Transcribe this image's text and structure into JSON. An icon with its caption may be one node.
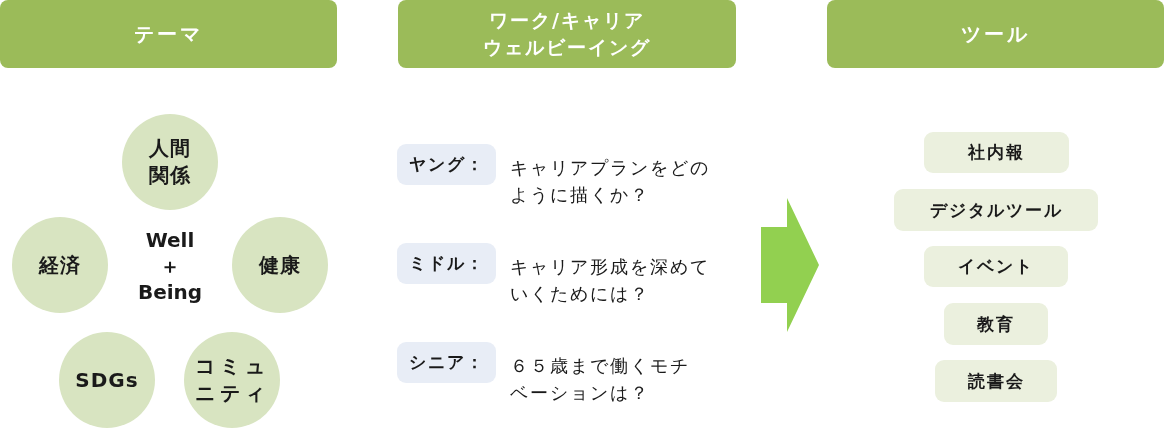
{
  "diagram": {
    "nodes": [
      {
        "text": [
          "テーマ"
        ]
      },
      {
        "text": [
          "ワーク/キャリアウェルビーイング"
        ]
      },
      {
        "text": [
          "ツール"
        ]
      },
      {
        "text": [
          "人間関係"
        ]
      },
      {
        "text": [
          "経済"
        ]
      },
      {
        "text": [
          "健康"
        ]
      },
      {
        "text": [
          "SDGs"
        ]
      },
      {
        "text": [
          "コミュニティ"
        ]
      },
      {
        "text": [
          "ヤング："
        ],
        "beside": [
          "キャリアプランをどのように描くか？"
        ]
      },
      {
        "text": [
          "ミドル："
        ],
        "beside": [
          "キャリア形成を深めていくためには？"
        ]
      },
      {
        "text": [
          "シニア："
        ],
        "beside": [
          "６５歳まで働くモチベーションは？"
        ]
      },
      {
        "text": [
          "社内報"
        ]
      },
      {
        "text": [
          "デジタルツール"
        ]
      },
      {
        "text": [
          "イベント"
        ]
      },
      {
        "text": [
          "教育"
        ]
      },
      {
        "text": [
          "読書会"
        ]
      }
    ],
    "labels": [
      "Well ＋ Being"
    ]
  }
}
